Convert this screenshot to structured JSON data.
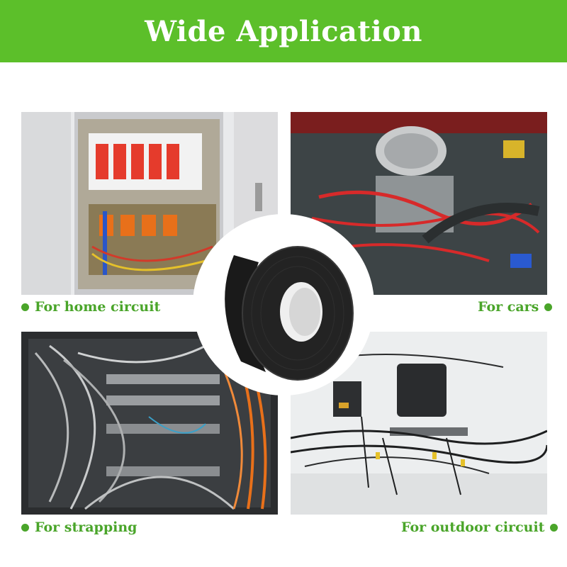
{
  "header": {
    "title": "Wide Application"
  },
  "panels": [
    {
      "caption": "For home circuit",
      "icon": "home-circuit-photo"
    },
    {
      "caption": "For cars",
      "icon": "car-engine-photo"
    },
    {
      "caption": "For strapping",
      "icon": "server-rack-cables-photo"
    },
    {
      "caption": "For outdoor circuit",
      "icon": "outdoor-wiring-photo"
    }
  ],
  "center_product": {
    "icon": "black-cloth-tape-roll"
  },
  "colors": {
    "accent": "#5cbf2a",
    "caption": "#4aa52a"
  }
}
